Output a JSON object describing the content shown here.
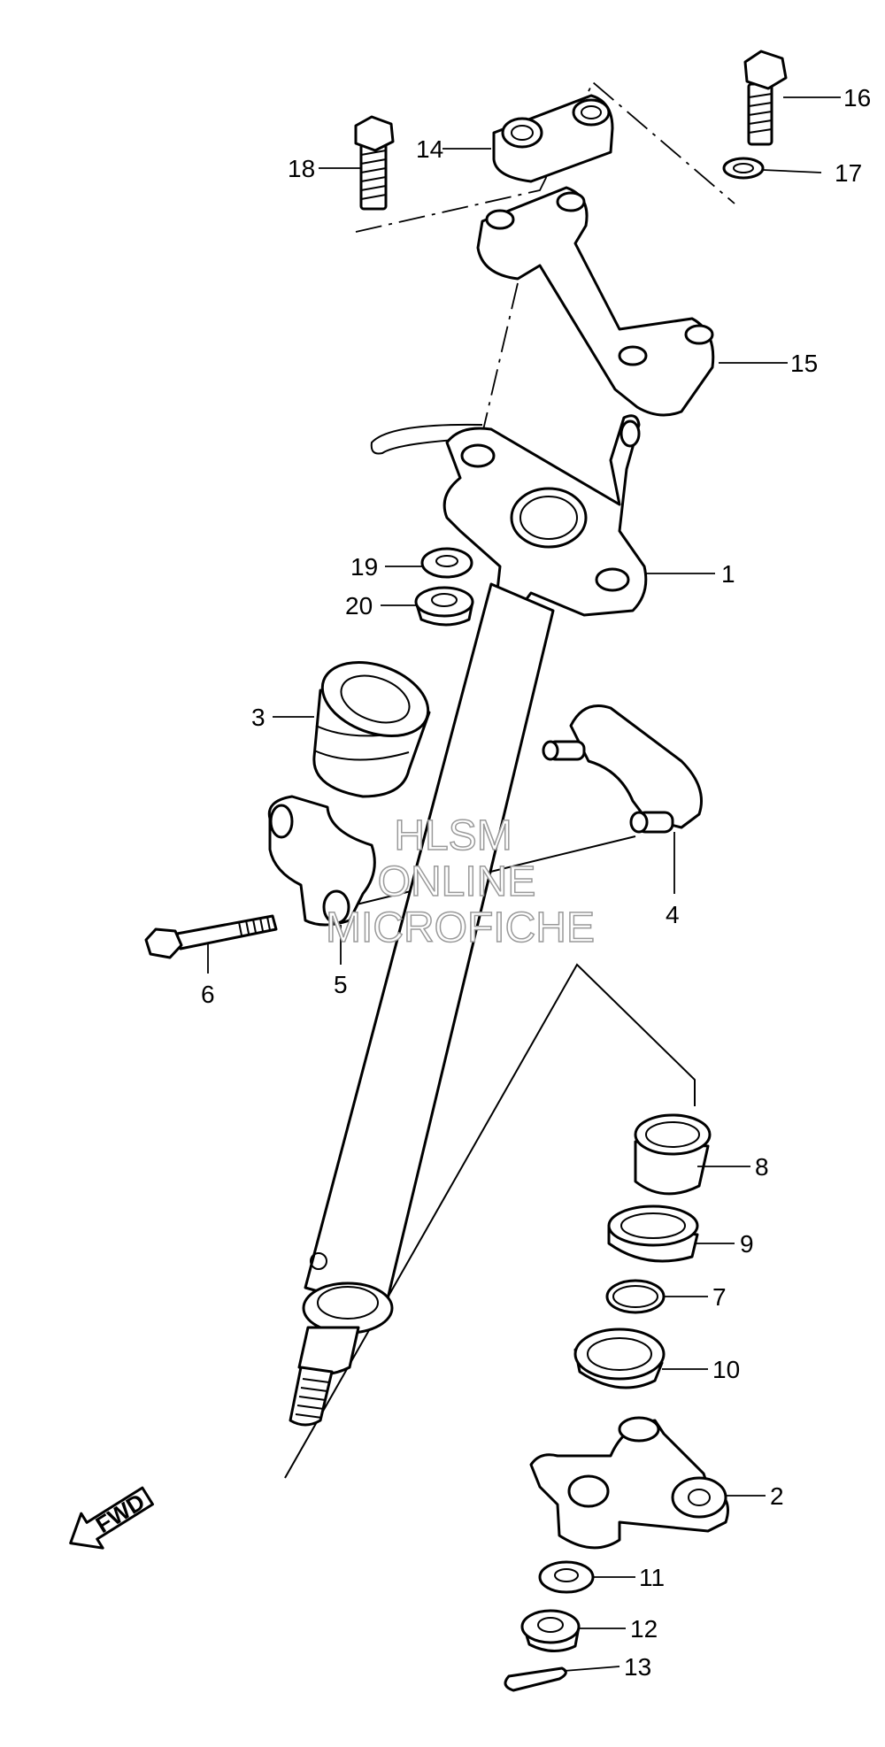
{
  "diagram": {
    "callouts": {
      "p1": "1",
      "p2": "2",
      "p3": "3",
      "p4": "4",
      "p5": "5",
      "p6": "6",
      "p7": "7",
      "p8": "8",
      "p9": "9",
      "p10": "10",
      "p11": "11",
      "p12": "12",
      "p13": "13",
      "p14": "14",
      "p15": "15",
      "p16": "16",
      "p17": "17",
      "p18": "18",
      "p19": "19",
      "p20": "20"
    },
    "watermark": {
      "line1": "HLSM",
      "line2": "ONLINE",
      "line3": "MICROFICHE"
    },
    "direction_label": "FWD"
  }
}
